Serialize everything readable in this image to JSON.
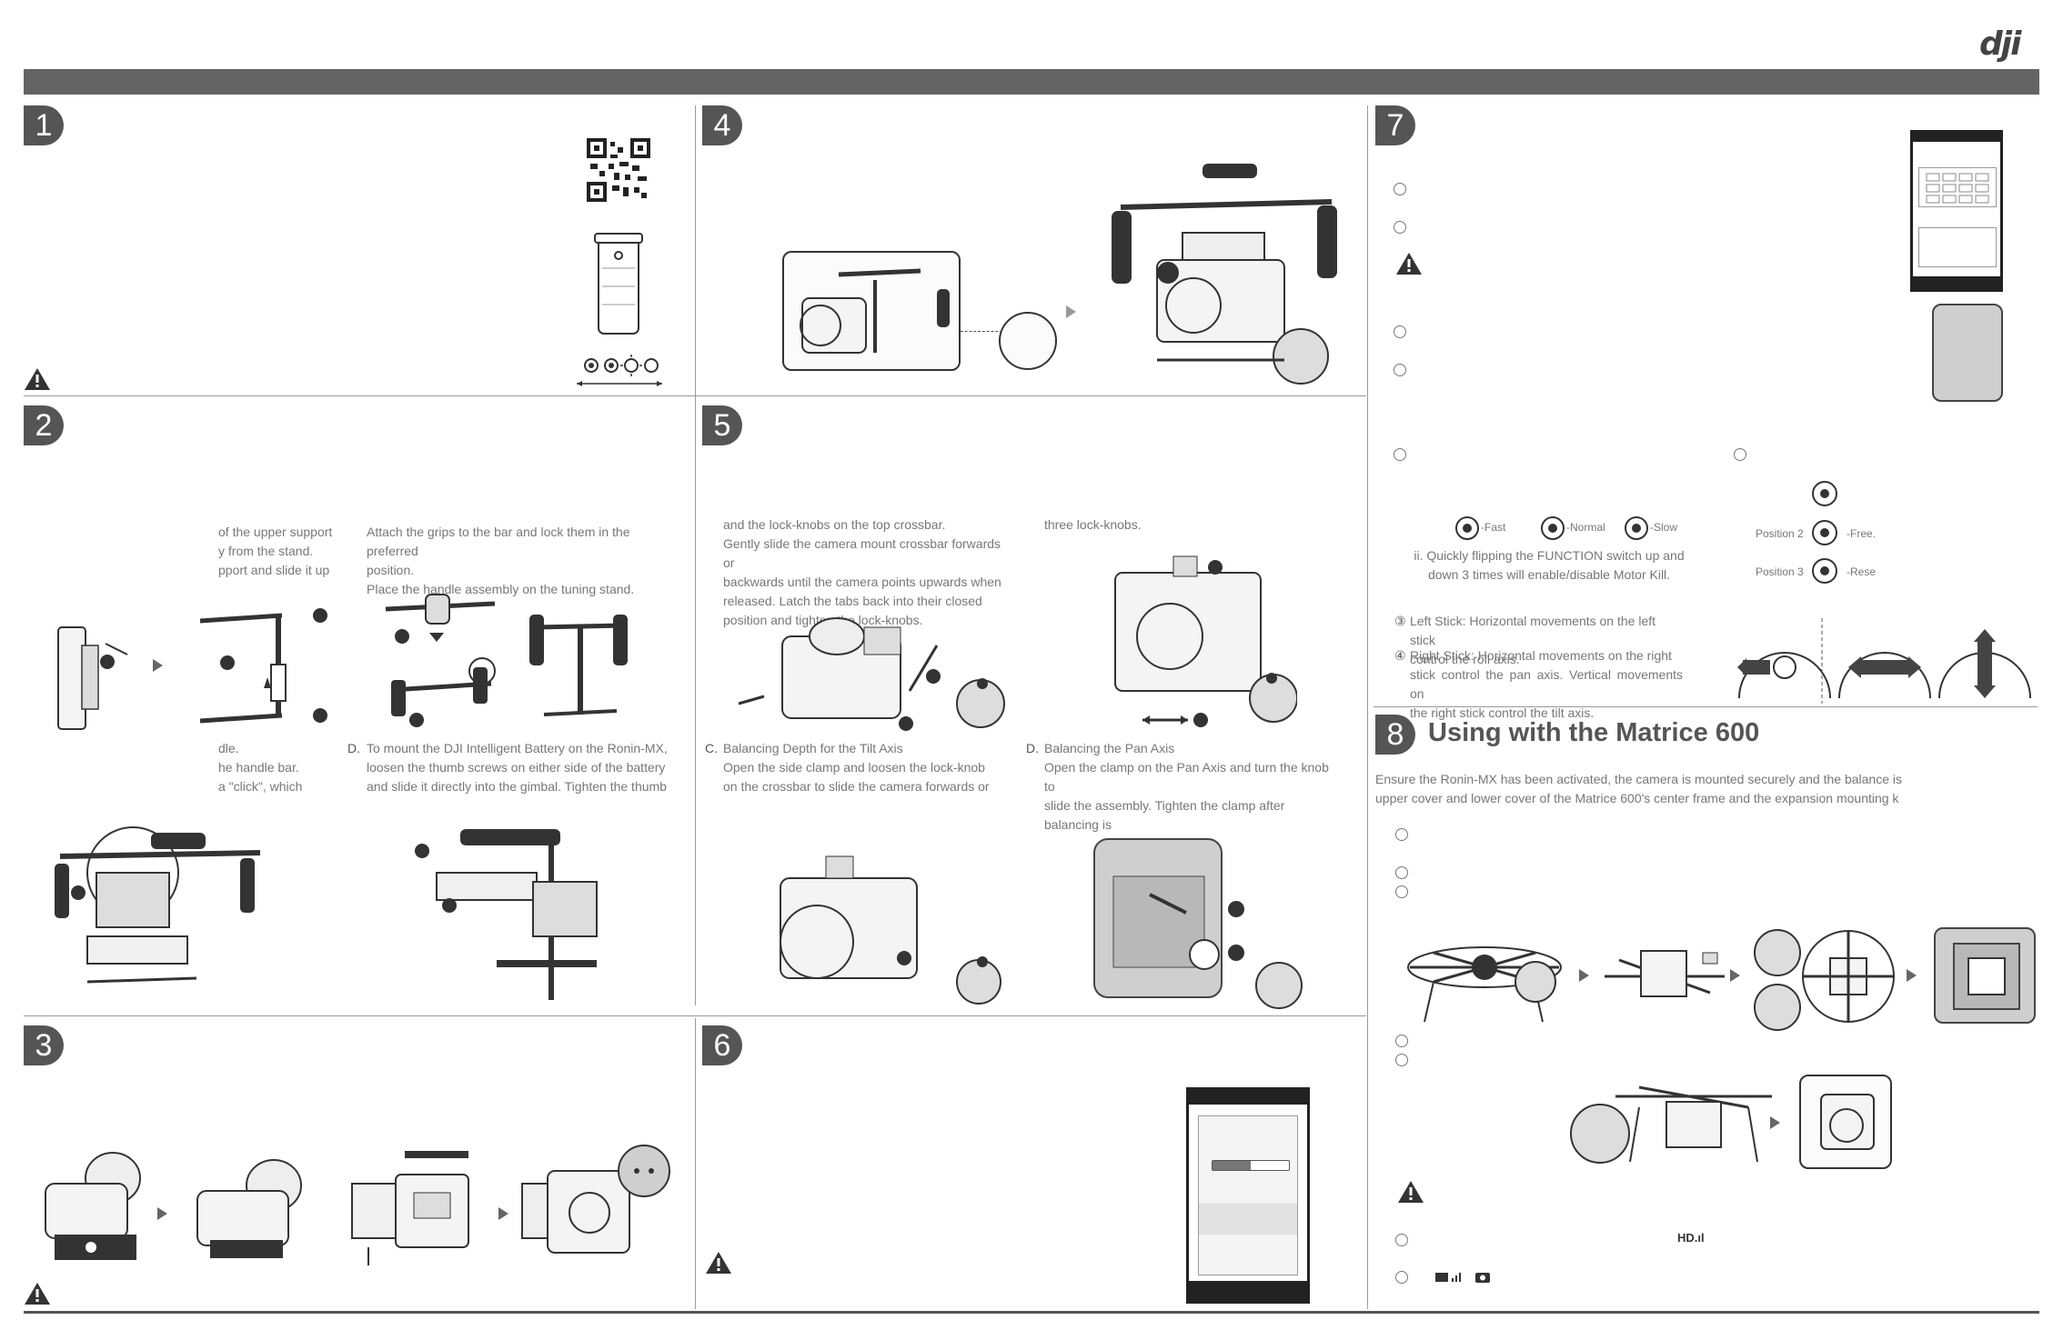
{
  "brand": {
    "logo_text": "dji"
  },
  "sections": {
    "s1": {
      "num": "1"
    },
    "s2": {
      "num": "2",
      "col1_top": "of the upper support\ny from the stand.\npport and slide it up",
      "col2_top": "Attach the grips to the bar and lock them in the preferred\nposition.\nPlace the handle assembly on the tuning stand.",
      "col1_bottom": "dle.\nhe handle bar.\na \"click\", which",
      "col2_bottom_letter": "D.",
      "col2_bottom": "To mount the DJI Intelligent Battery on the Ronin-MX,\nloosen the thumb screws on either side of the battery\nand slide it directly into the gimbal. Tighten the thumb"
    },
    "s3": {
      "num": "3"
    },
    "s4": {
      "num": "4"
    },
    "s5": {
      "num": "5",
      "col1_top": "and the lock-knobs on the top crossbar.\nGently slide the camera mount crossbar forwards or\nbackwards until the camera points upwards when\nreleased. Latch the tabs back into their closed\nposition and tighten the lock-knobs.",
      "col2_top": "three lock-knobs.",
      "c_letter": "C.",
      "c_title": "Balancing Depth for the Tilt Axis",
      "c_body": "Open the side clamp and loosen the lock-knob\non the crossbar to slide the camera forwards or",
      "d_letter": "D.",
      "d_title": "Balancing the Pan Axis",
      "d_body": "Open the clamp on the Pan Axis and turn the knob to\nslide the assembly. Tighten the clamp after balancing is"
    },
    "s6": {
      "num": "6"
    },
    "s7": {
      "num": "7",
      "speed_fast": "-Fast",
      "speed_normal": "-Normal",
      "speed_slow": "-Slow",
      "function_note": "ii. Quickly flipping the FUNCTION switch up and\ndown 3 times will enable/disable Motor Kill.",
      "pos2": "Position 2",
      "pos2_val": "-Free.",
      "pos3": "Position 3",
      "pos3_val": "-Rese",
      "left_stick": "Left Stick: Horizontal movements on the left stick\ncontrol the roll axis.",
      "right_stick": "Right Stick: Horizontal movements on the right\nstick control the pan axis. Vertical movements on\nthe right stick control the tilt axis.",
      "left_num": "③",
      "right_num": "④"
    },
    "s8": {
      "num": "8",
      "title": "Using with the Matrice 600",
      "intro": "Ensure the Ronin-MX has been activated, the camera is mounted securely and the balance is\nupper cover and lower cover of the Matrice 600's center frame and the expansion mounting k",
      "hd_label": "HD.ıl"
    }
  },
  "colors": {
    "bar": "#646464",
    "badge": "#555555",
    "text": "#777777",
    "illustration_fill": "#cfcfcf"
  }
}
